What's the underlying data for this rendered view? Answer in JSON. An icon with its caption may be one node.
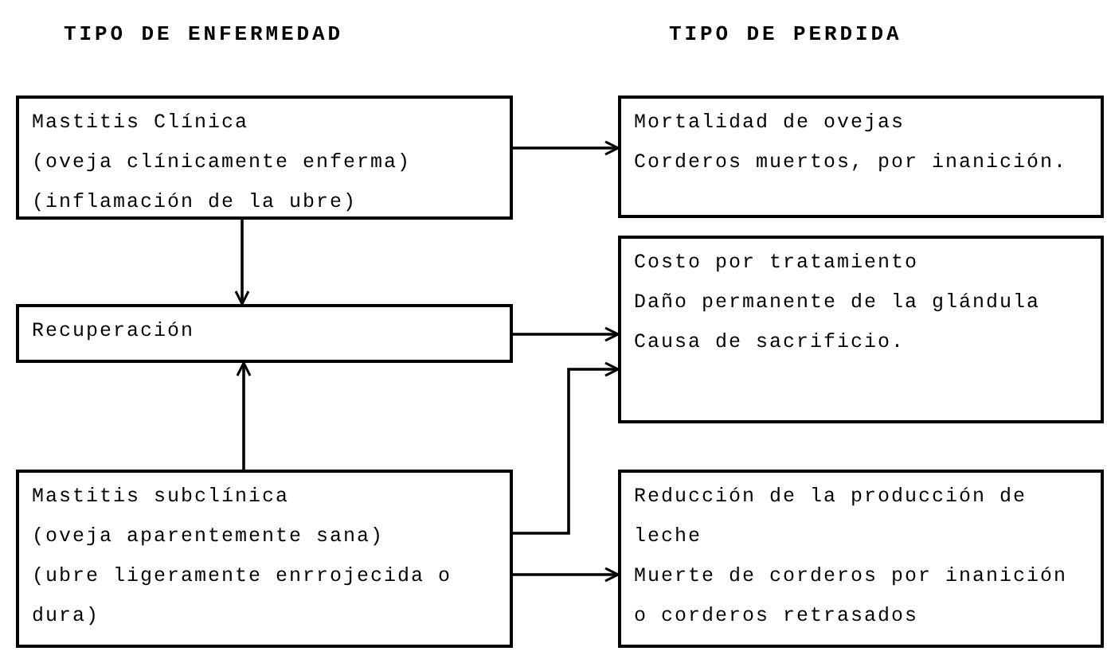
{
  "diagram": {
    "nodes": [
      {
        "text": [
          "Mastitis Clínica",
          "(oveja clínicamente enferma)",
          "(inflamación de la ubre)"
        ]
      },
      {
        "text": [
          "Recuperación"
        ]
      },
      {
        "text": [
          "Mastitis subclínica",
          "(oveja aparentemente sana)",
          "(ubre ligeramente enrrojecida o dura)"
        ]
      },
      {
        "text": [
          "Mortalidad de ovejas",
          "Corderos muertos, por inanición."
        ]
      },
      {
        "text": [
          "Costo por tratamiento",
          "Daño permanente de la glándula",
          "Causa de sacrificio."
        ]
      },
      {
        "text": [
          "Reducción de la producción de leche",
          "Muerte de corderos por inanición o corderos retrasados"
        ]
      }
    ],
    "edges": [
      {
        "from": 0,
        "to": 3,
        "arrow": "to"
      },
      {
        "from": 0,
        "to": 1,
        "arrow": "to"
      },
      {
        "from": 2,
        "to": 1,
        "arrow": "to"
      },
      {
        "from": 1,
        "to": 4,
        "arrow": "to"
      },
      {
        "from": 2,
        "to": 4,
        "arrow": "to"
      },
      {
        "from": 2,
        "to": 5,
        "arrow": "to"
      }
    ],
    "labels": [
      "TIPO DE ENFERMEDAD",
      "TIPO DE PERDIDA"
    ]
  }
}
